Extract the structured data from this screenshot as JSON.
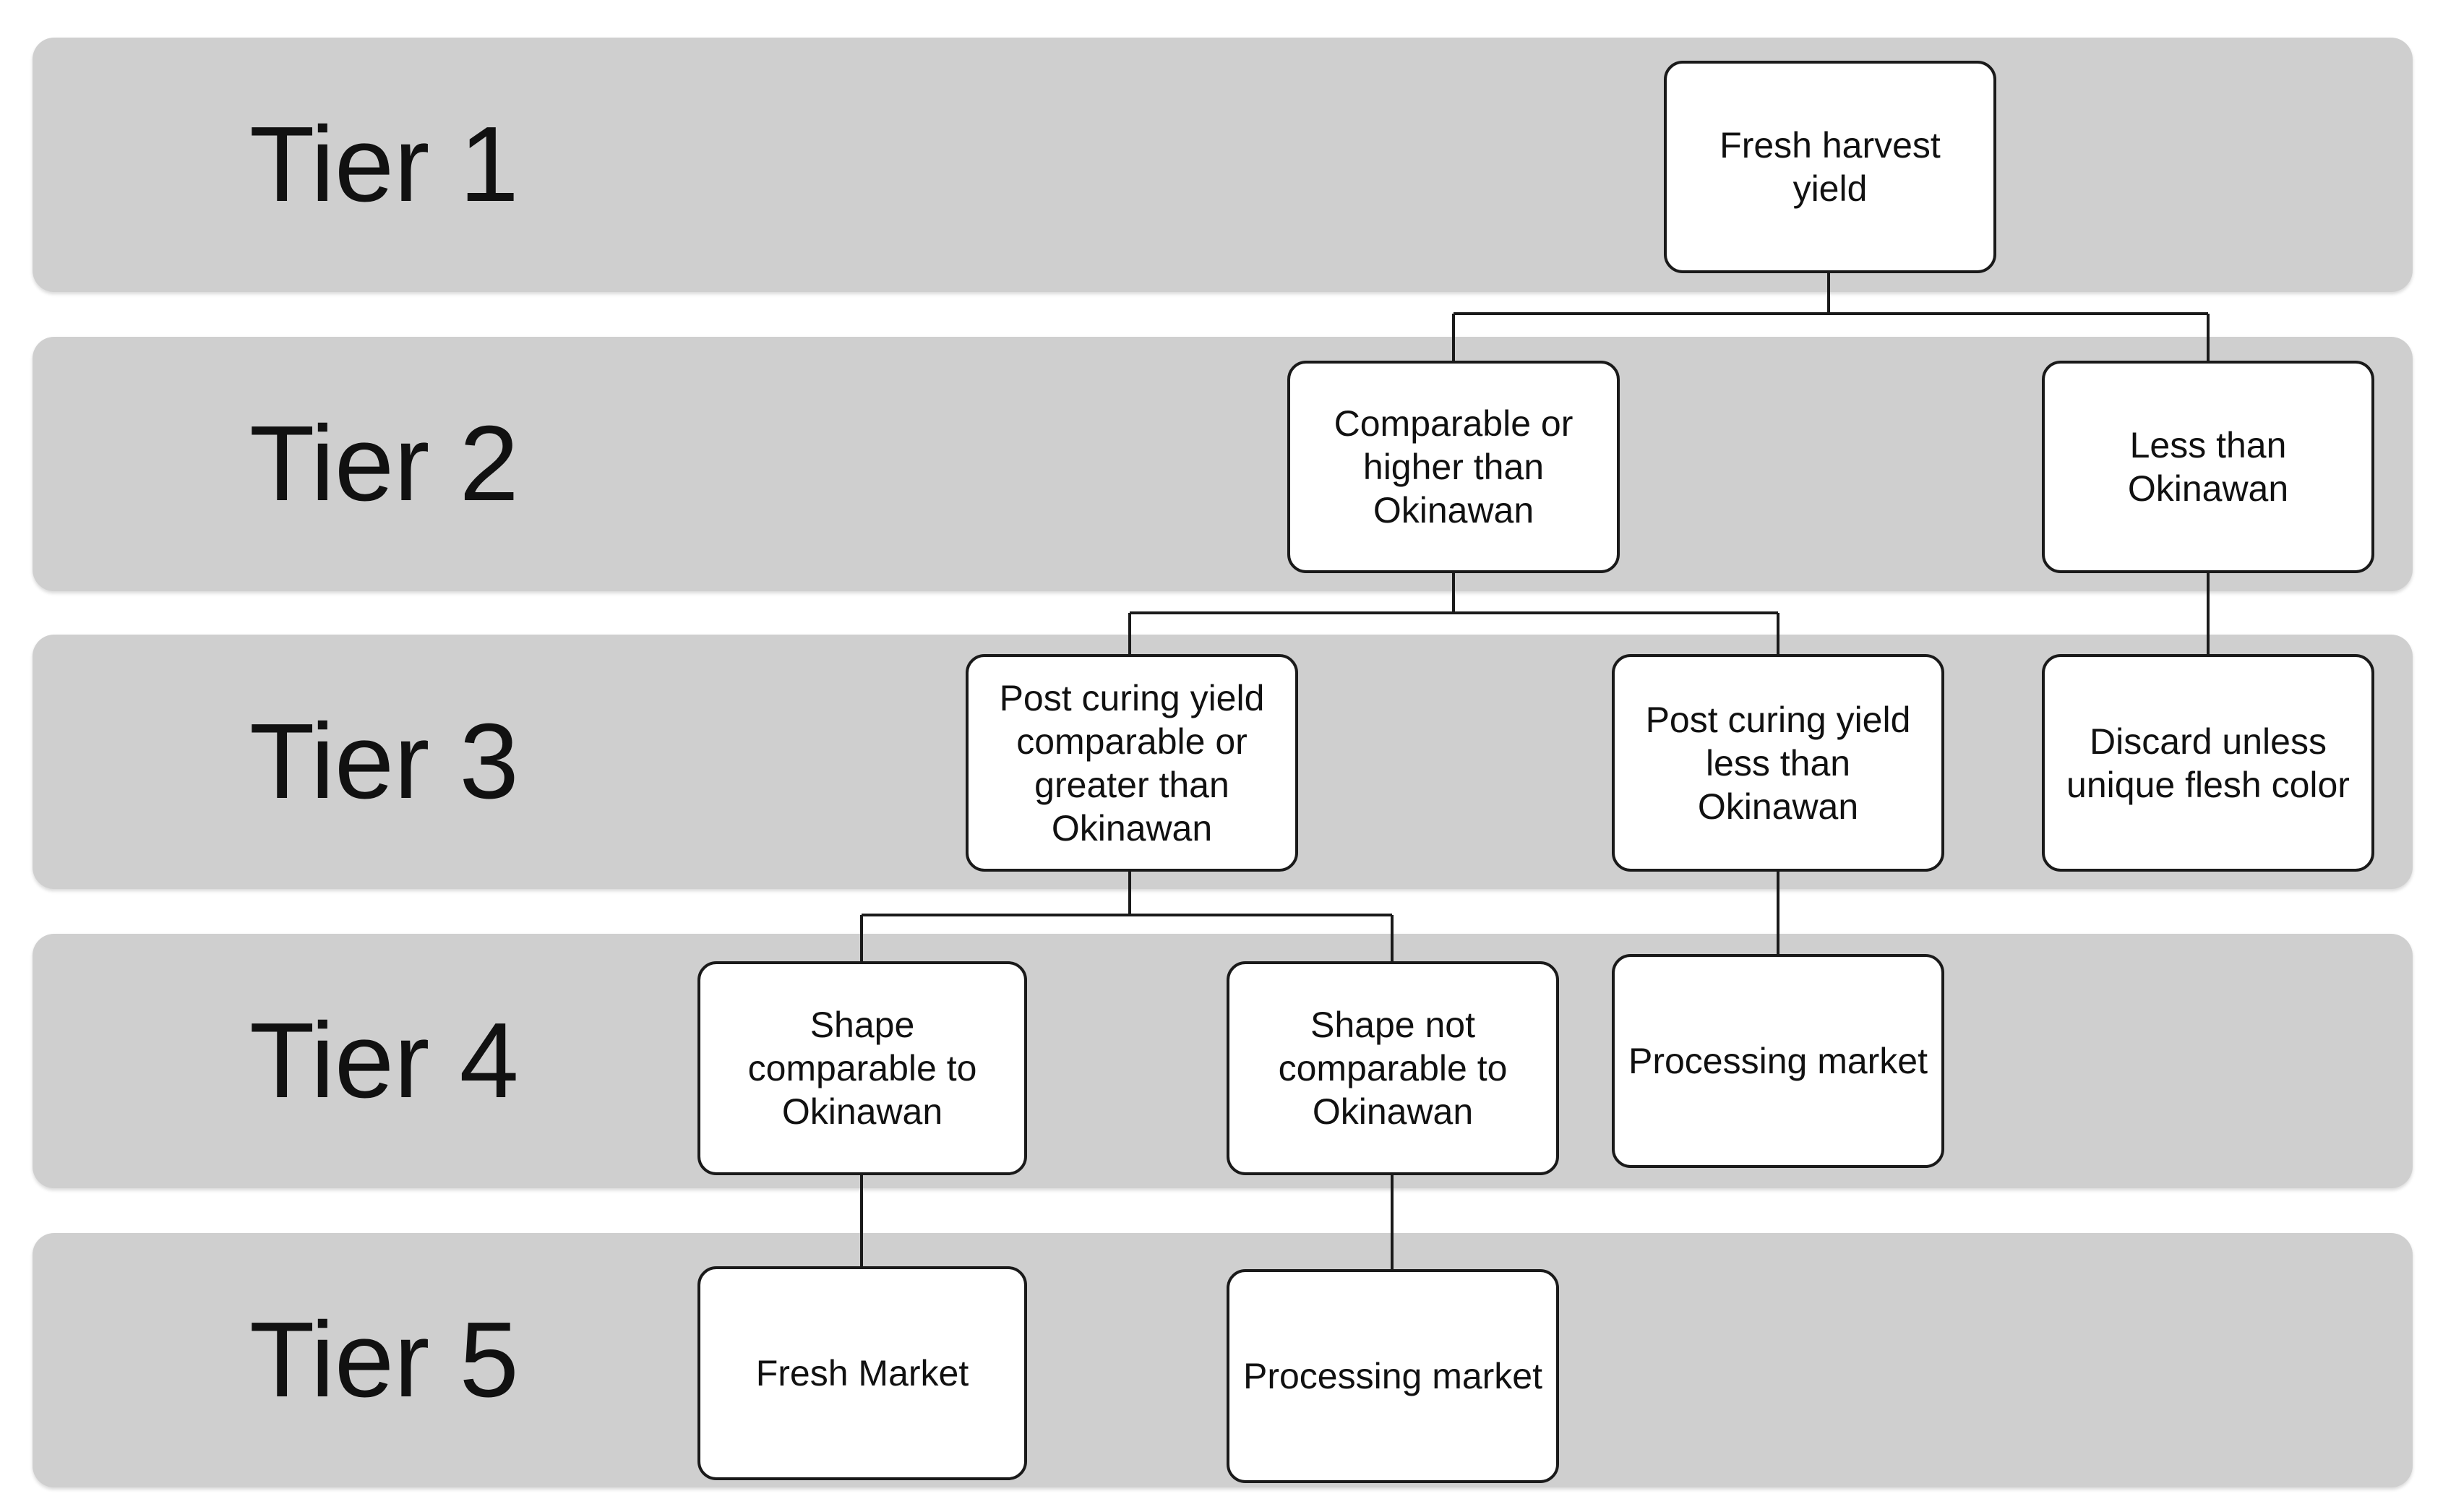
{
  "tiers": [
    "Tier 1",
    "Tier 2",
    "Tier 3",
    "Tier 4",
    "Tier 5"
  ],
  "nodes": {
    "fresh_harvest_yield": "Fresh harvest yield",
    "comparable_or_higher": "Comparable or higher than Okinawan",
    "less_than_okinawan": "Less than Okinawan",
    "post_curing_comparable": "Post curing yield comparable or greater than Okinawan",
    "post_curing_less": "Post curing yield less than Okinawan",
    "discard_unless": "Discard unless unique flesh color",
    "shape_comparable": "Shape comparable to Okinawan",
    "shape_not_comparable": "Shape not comparable to Okinawan",
    "processing_market_t4": "Processing market",
    "fresh_market": "Fresh Market",
    "processing_market_t5": "Processing market"
  },
  "colors": {
    "band": "#cfcfcf",
    "box_fill": "#ffffff",
    "line": "#1a1a1a"
  }
}
